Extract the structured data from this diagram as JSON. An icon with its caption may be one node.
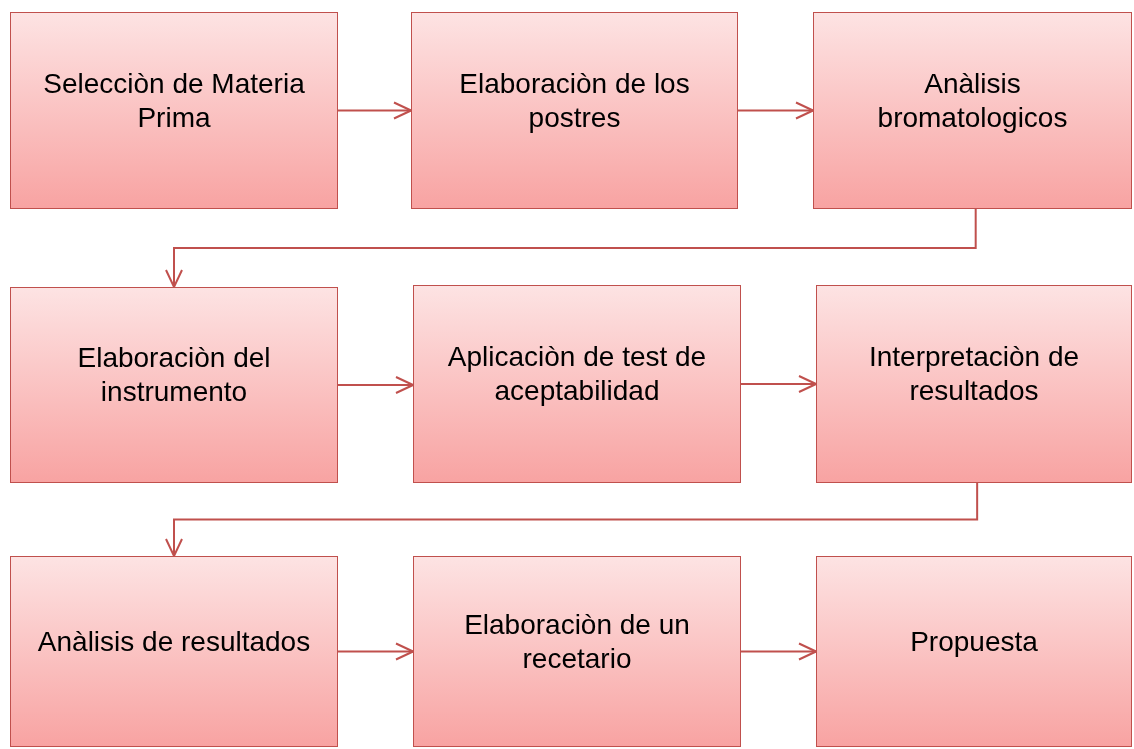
{
  "diagram": {
    "nodes": [
      {
        "text": [
          "Selecciòn de Materia Prima"
        ]
      },
      {
        "text": [
          "Elaboraciòn de los postres"
        ]
      },
      {
        "text": [
          "Anàlisis bromatologicos"
        ]
      },
      {
        "text": [
          "Elaboraciòn del instrumento"
        ]
      },
      {
        "text": [
          "Aplicaciòn de test de aceptabilidad"
        ]
      },
      {
        "text": [
          "Interpretaciòn de resultados"
        ]
      },
      {
        "text": [
          "Anàlisis de resultados"
        ]
      },
      {
        "text": [
          "Elaboraciòn de un recetario"
        ]
      },
      {
        "text": [
          "Propuesta"
        ]
      }
    ],
    "edges": [
      {
        "from": 0,
        "to": 1,
        "arrow": "to"
      },
      {
        "from": 1,
        "to": 2,
        "arrow": "to"
      },
      {
        "from": 2,
        "to": 3,
        "arrow": "to"
      },
      {
        "from": 3,
        "to": 4,
        "arrow": "to"
      },
      {
        "from": 4,
        "to": 5,
        "arrow": "to"
      },
      {
        "from": 5,
        "to": 6,
        "arrow": "to"
      },
      {
        "from": 6,
        "to": 7,
        "arrow": "to"
      },
      {
        "from": 7,
        "to": 8,
        "arrow": "to"
      }
    ]
  }
}
